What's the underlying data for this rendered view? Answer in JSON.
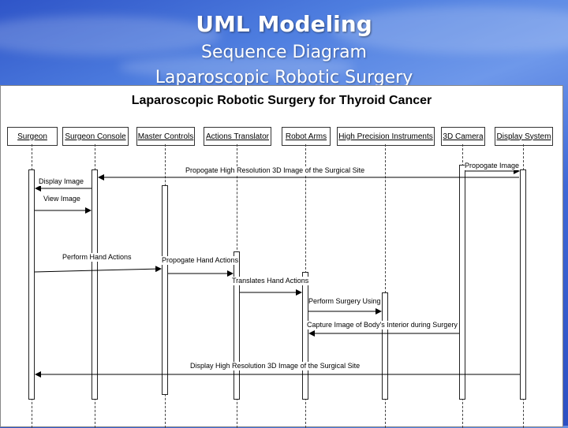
{
  "slide": {
    "title": "UML Modeling",
    "subtitle": "Sequence Diagram",
    "subtitle2": "Laparoscopic Robotic Surgery"
  },
  "diagram": {
    "title": "Laparoscopic Robotic Surgery for Thyroid Cancer",
    "lifelines": [
      "Surgeon",
      "Surgeon Console",
      "Master Controls",
      "Actions Translator",
      "Robot Arms",
      "High Precision Instruments",
      "3D Camera",
      "Display System"
    ],
    "messages": [
      {
        "label": "Propogate Image",
        "from": 6,
        "to": 7
      },
      {
        "label": "Propogate High Resolution 3D Image of the Surgical Site",
        "from": 7,
        "to": 1
      },
      {
        "label": "Display Image",
        "from": 1,
        "to": 0
      },
      {
        "label": "View Image",
        "from": 0,
        "to": 1
      },
      {
        "label": "Perform Hand Actions",
        "from": 0,
        "to": 2
      },
      {
        "label": "Propogate Hand Actions",
        "from": 2,
        "to": 3
      },
      {
        "label": "Translates Hand Actions",
        "from": 3,
        "to": 4
      },
      {
        "label": "Perform Surgery Using",
        "from": 4,
        "to": 5
      },
      {
        "label": "Capture Image of Body's Interior during Surgery",
        "from": 6,
        "to": 4
      },
      {
        "label": "Display High Resolution 3D Image of the Surgical Site",
        "from": 7,
        "to": 0
      }
    ]
  }
}
